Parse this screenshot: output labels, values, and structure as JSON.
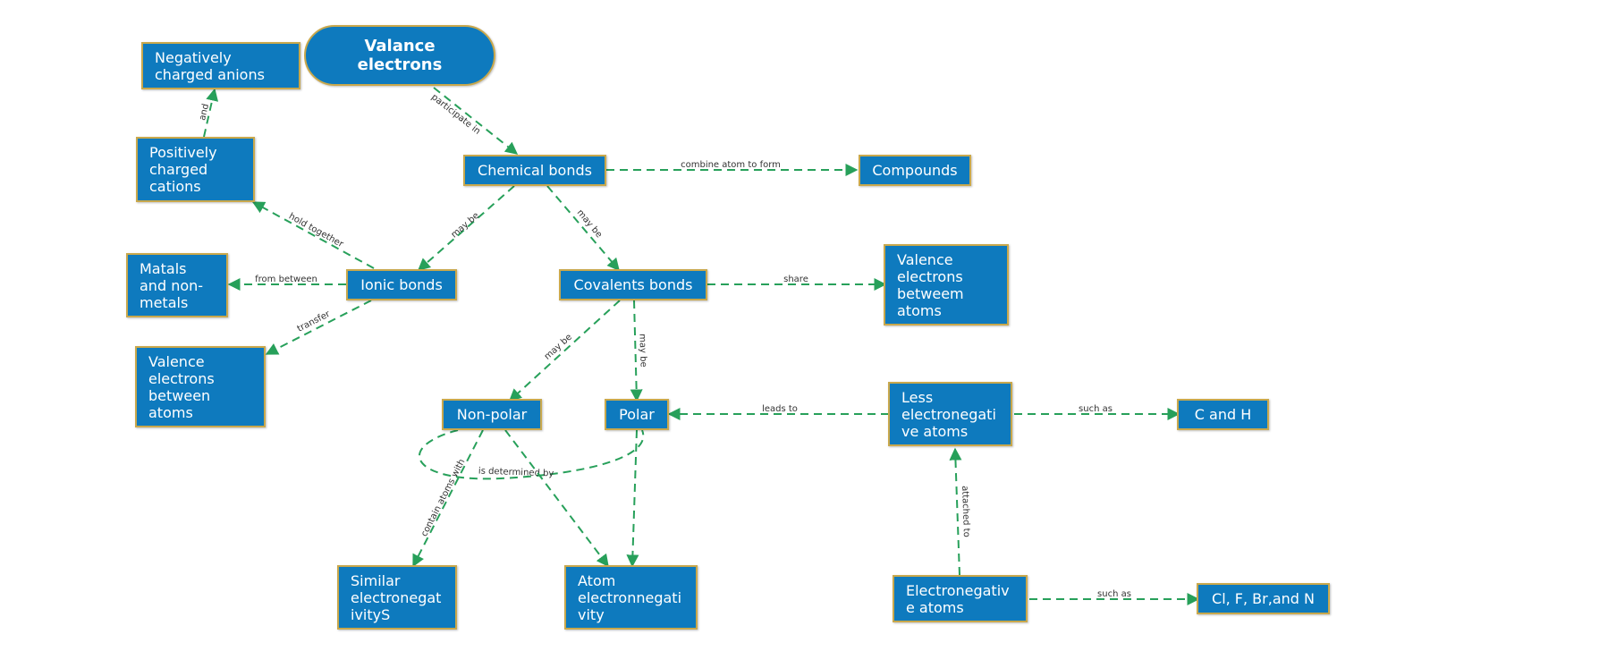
{
  "nodes": {
    "valance": "Valance\nelectrons",
    "negative_anions": "Negatively\ncharged anions",
    "positive_cations": "Positively\ncharged\ncations",
    "chemical_bonds": "Chemical bonds",
    "compounds": "Compounds",
    "metals": "Matals\nand non-\nmetals",
    "ionic_bonds": "Ionic bonds",
    "covalent_bonds": "Covalents bonds",
    "valence_betweem": "Valence\nelectrons\nbetweem\natoms",
    "valence_between": "Valence\nelectrons\nbetween\natoms",
    "non_polar": "Non-polar",
    "polar": "Polar",
    "less_electroneg": "Less\nelectronegati\nve atoms",
    "c_and_h": "C and  H",
    "similar": "Similar\nelectronegat\nivityS",
    "atom_electro": "Atom\nelectronnegati\nvity",
    "electroneg_atoms": "Electronegativ\ne atoms",
    "cl_f_br_n": "Cl, F, Br,and N"
  },
  "edges": {
    "participate_in": "participate in",
    "combine_atom": "combine atom to form",
    "may_be_ionic": "may be",
    "may_be_covalent": "may be",
    "hold_together": "hold together",
    "and": "and",
    "from_between": "from between",
    "transfer": "transfer",
    "share": "share",
    "may_be_nonpolar": "may be",
    "may_be_polar": "may be",
    "leads_to": "leads to",
    "such_as_1": "such as",
    "is_determined_by": "is determined by",
    "contain_atoms_with": "contain atoms with",
    "attached_to": "attached to",
    "such_as_2": "such as"
  },
  "colors": {
    "node_fill": "#0e7abe",
    "node_border": "#c9a84c",
    "connector": "#27a05a"
  }
}
